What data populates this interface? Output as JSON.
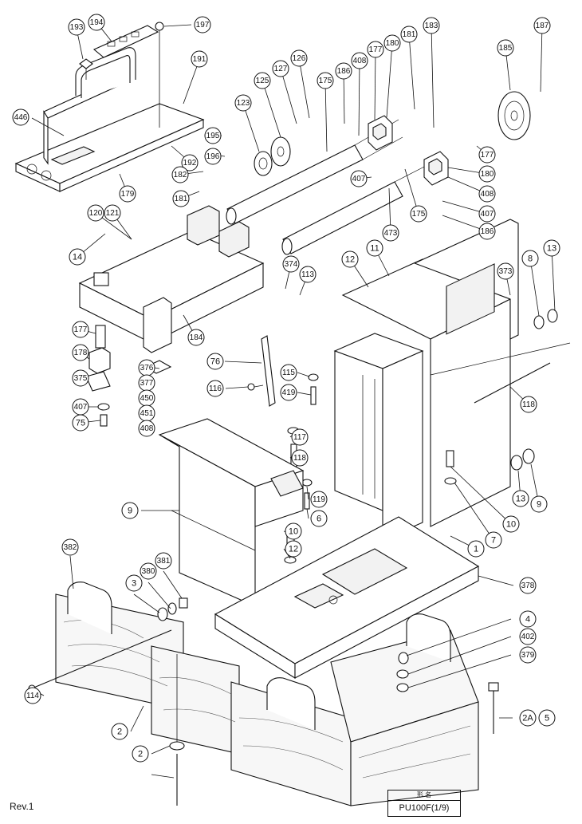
{
  "revision": "Rev.1",
  "title_block": {
    "header": "形 名",
    "model": "PU100F(1/9)"
  },
  "callouts": [
    "194",
    "197",
    "193",
    "191",
    "446",
    "187",
    "181",
    "183",
    "185",
    "126",
    "127",
    "125",
    "123",
    "175",
    "186",
    "408",
    "177",
    "180",
    "195",
    "196",
    "192",
    "179",
    "182",
    "181",
    "177",
    "180",
    "408",
    "407",
    "407",
    "186",
    "175",
    "473",
    "120",
    "121",
    "14",
    "11",
    "12",
    "13",
    "8",
    "373",
    "374",
    "113",
    "184",
    "177",
    "178",
    "375",
    "376",
    "377",
    "450",
    "451",
    "408",
    "407",
    "75",
    "76",
    "116",
    "115",
    "419",
    "118",
    "117",
    "118",
    "119",
    "6",
    "9",
    "10",
    "12",
    "13",
    "9",
    "10",
    "7",
    "1",
    "378",
    "382",
    "381",
    "380",
    "3",
    "4",
    "402",
    "379",
    "114",
    "2",
    "2A",
    "5",
    "2"
  ]
}
